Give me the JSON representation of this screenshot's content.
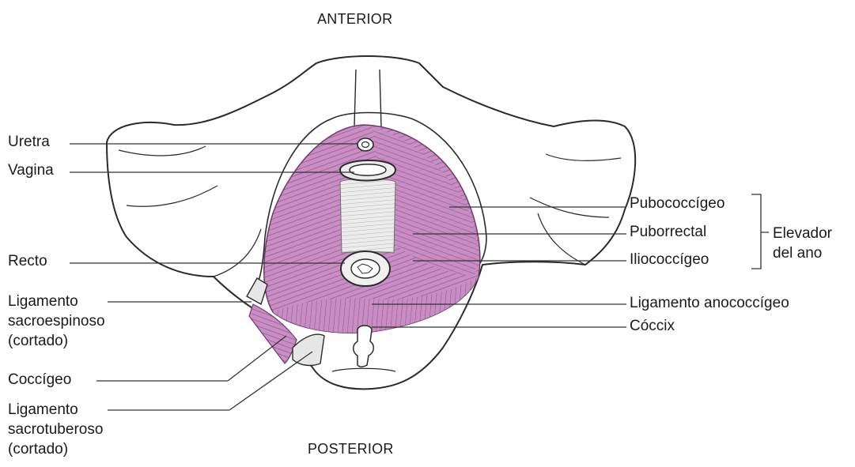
{
  "orientation": {
    "top": "ANTERIOR",
    "bottom": "POSTERIOR"
  },
  "labels_left": {
    "uretra": "Uretra",
    "vagina": "Vagina",
    "recto": "Recto",
    "ligamento_sacroespinoso": [
      "Ligamento",
      "sacroespinoso",
      "(cortado)"
    ],
    "coccigeo": "Coccígeo",
    "ligamento_sacrotuberoso": [
      "Ligamento",
      "sacrotuberoso",
      "(cortado)"
    ]
  },
  "labels_right": {
    "pubococcigeo": "Pubococcígeo",
    "puborrectal": "Puborrectal",
    "iliococcigeo": "Iliococcígeo",
    "elevador_del_ano": [
      "Elevador",
      "del ano"
    ],
    "ligamento_anococcigeo": "Ligamento anococcígeo",
    "coccix": "Cóccix"
  },
  "colors": {
    "muscle": "#c98fc4",
    "muscle_stripe": "#8d4f88",
    "bone_outline": "#2a2a2a",
    "leader_line": "#333333"
  }
}
